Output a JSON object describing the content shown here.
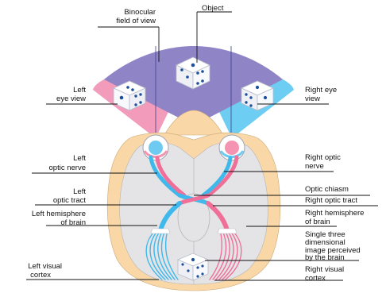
{
  "labels": {
    "object": "Object",
    "binocular_line1": "Binocular",
    "binocular_line2": "field of view",
    "left_eye_line1": "Left",
    "left_eye_line2": "eye view",
    "right_eye_line1": "Right eye",
    "right_eye_line2": "view",
    "left_optic_nerve_line1": "Left",
    "left_optic_nerve_line2": "optic nerve",
    "right_optic_nerve_line1": "Right optic",
    "right_optic_nerve_line2": "nerve",
    "optic_chiasm": "Optic chiasm",
    "left_optic_tract_line1": "Left",
    "left_optic_tract_line2": "optic tract",
    "right_optic_tract": "Right optic tract",
    "left_hemisphere_line1": "Left hemisphere",
    "left_hemisphere_line2": "of brain",
    "right_hemisphere_line1": "Right hemisphere",
    "right_hemisphere_line2": "of brain",
    "single_image_line1": "Single three",
    "single_image_line2": "dimensional",
    "single_image_line3": "image perceived",
    "single_image_line4": "by the brain",
    "left_cortex_line1": "Left visual",
    "left_cortex_line2": "cortex",
    "right_cortex_line1": "Right visual",
    "right_cortex_line2": "cortex"
  },
  "colors": {
    "binocular_field": "#8f84c6",
    "left_field": "#f29bbb",
    "right_field": "#6fcdf2",
    "left_pathway": "#f06f98",
    "right_pathway": "#3fb8ec",
    "skin": "#f9d7a6",
    "brain": "#e4e4e6",
    "die_pips": "#1d4f9c"
  }
}
